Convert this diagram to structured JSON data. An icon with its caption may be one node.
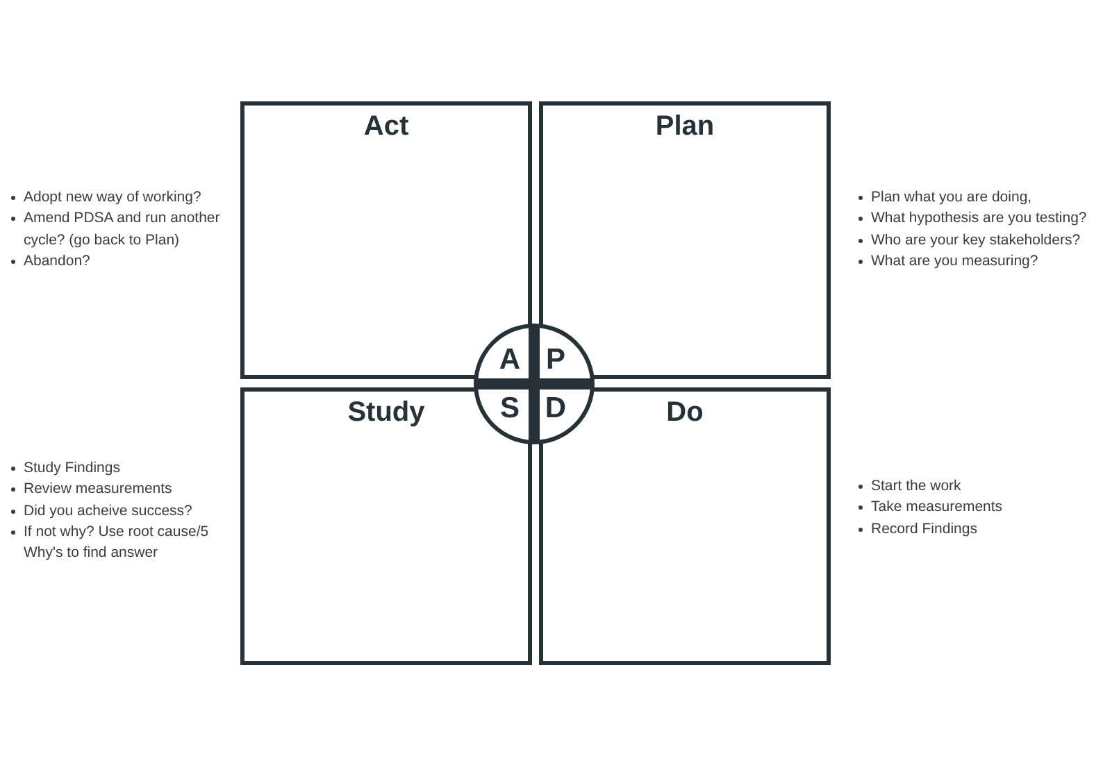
{
  "diagram": {
    "nodes": [
      {
        "text": [
          "Act"
        ],
        "beside": [
          "Adopt new way of working?",
          "Amend PDSA and run another cycle? (go back to Plan)",
          "Abandon?"
        ]
      },
      {
        "text": [
          "Plan"
        ],
        "beside": [
          "Plan what you are doing,",
          "What hypothesis are you testing?",
          "Who are your key stakeholders?",
          "What are you measuring?"
        ]
      },
      {
        "text": [
          "A",
          "P",
          "S",
          "D"
        ]
      },
      {
        "text": [
          "Study"
        ],
        "beside": [
          "Study Findings",
          "Review measurements",
          "Did you acheive success?",
          "If not why? Use root cause/5 Why's to find answer"
        ]
      },
      {
        "text": [
          "Do"
        ],
        "beside": [
          "Start the work",
          "Take measurements",
          "Record Findings"
        ]
      }
    ]
  }
}
